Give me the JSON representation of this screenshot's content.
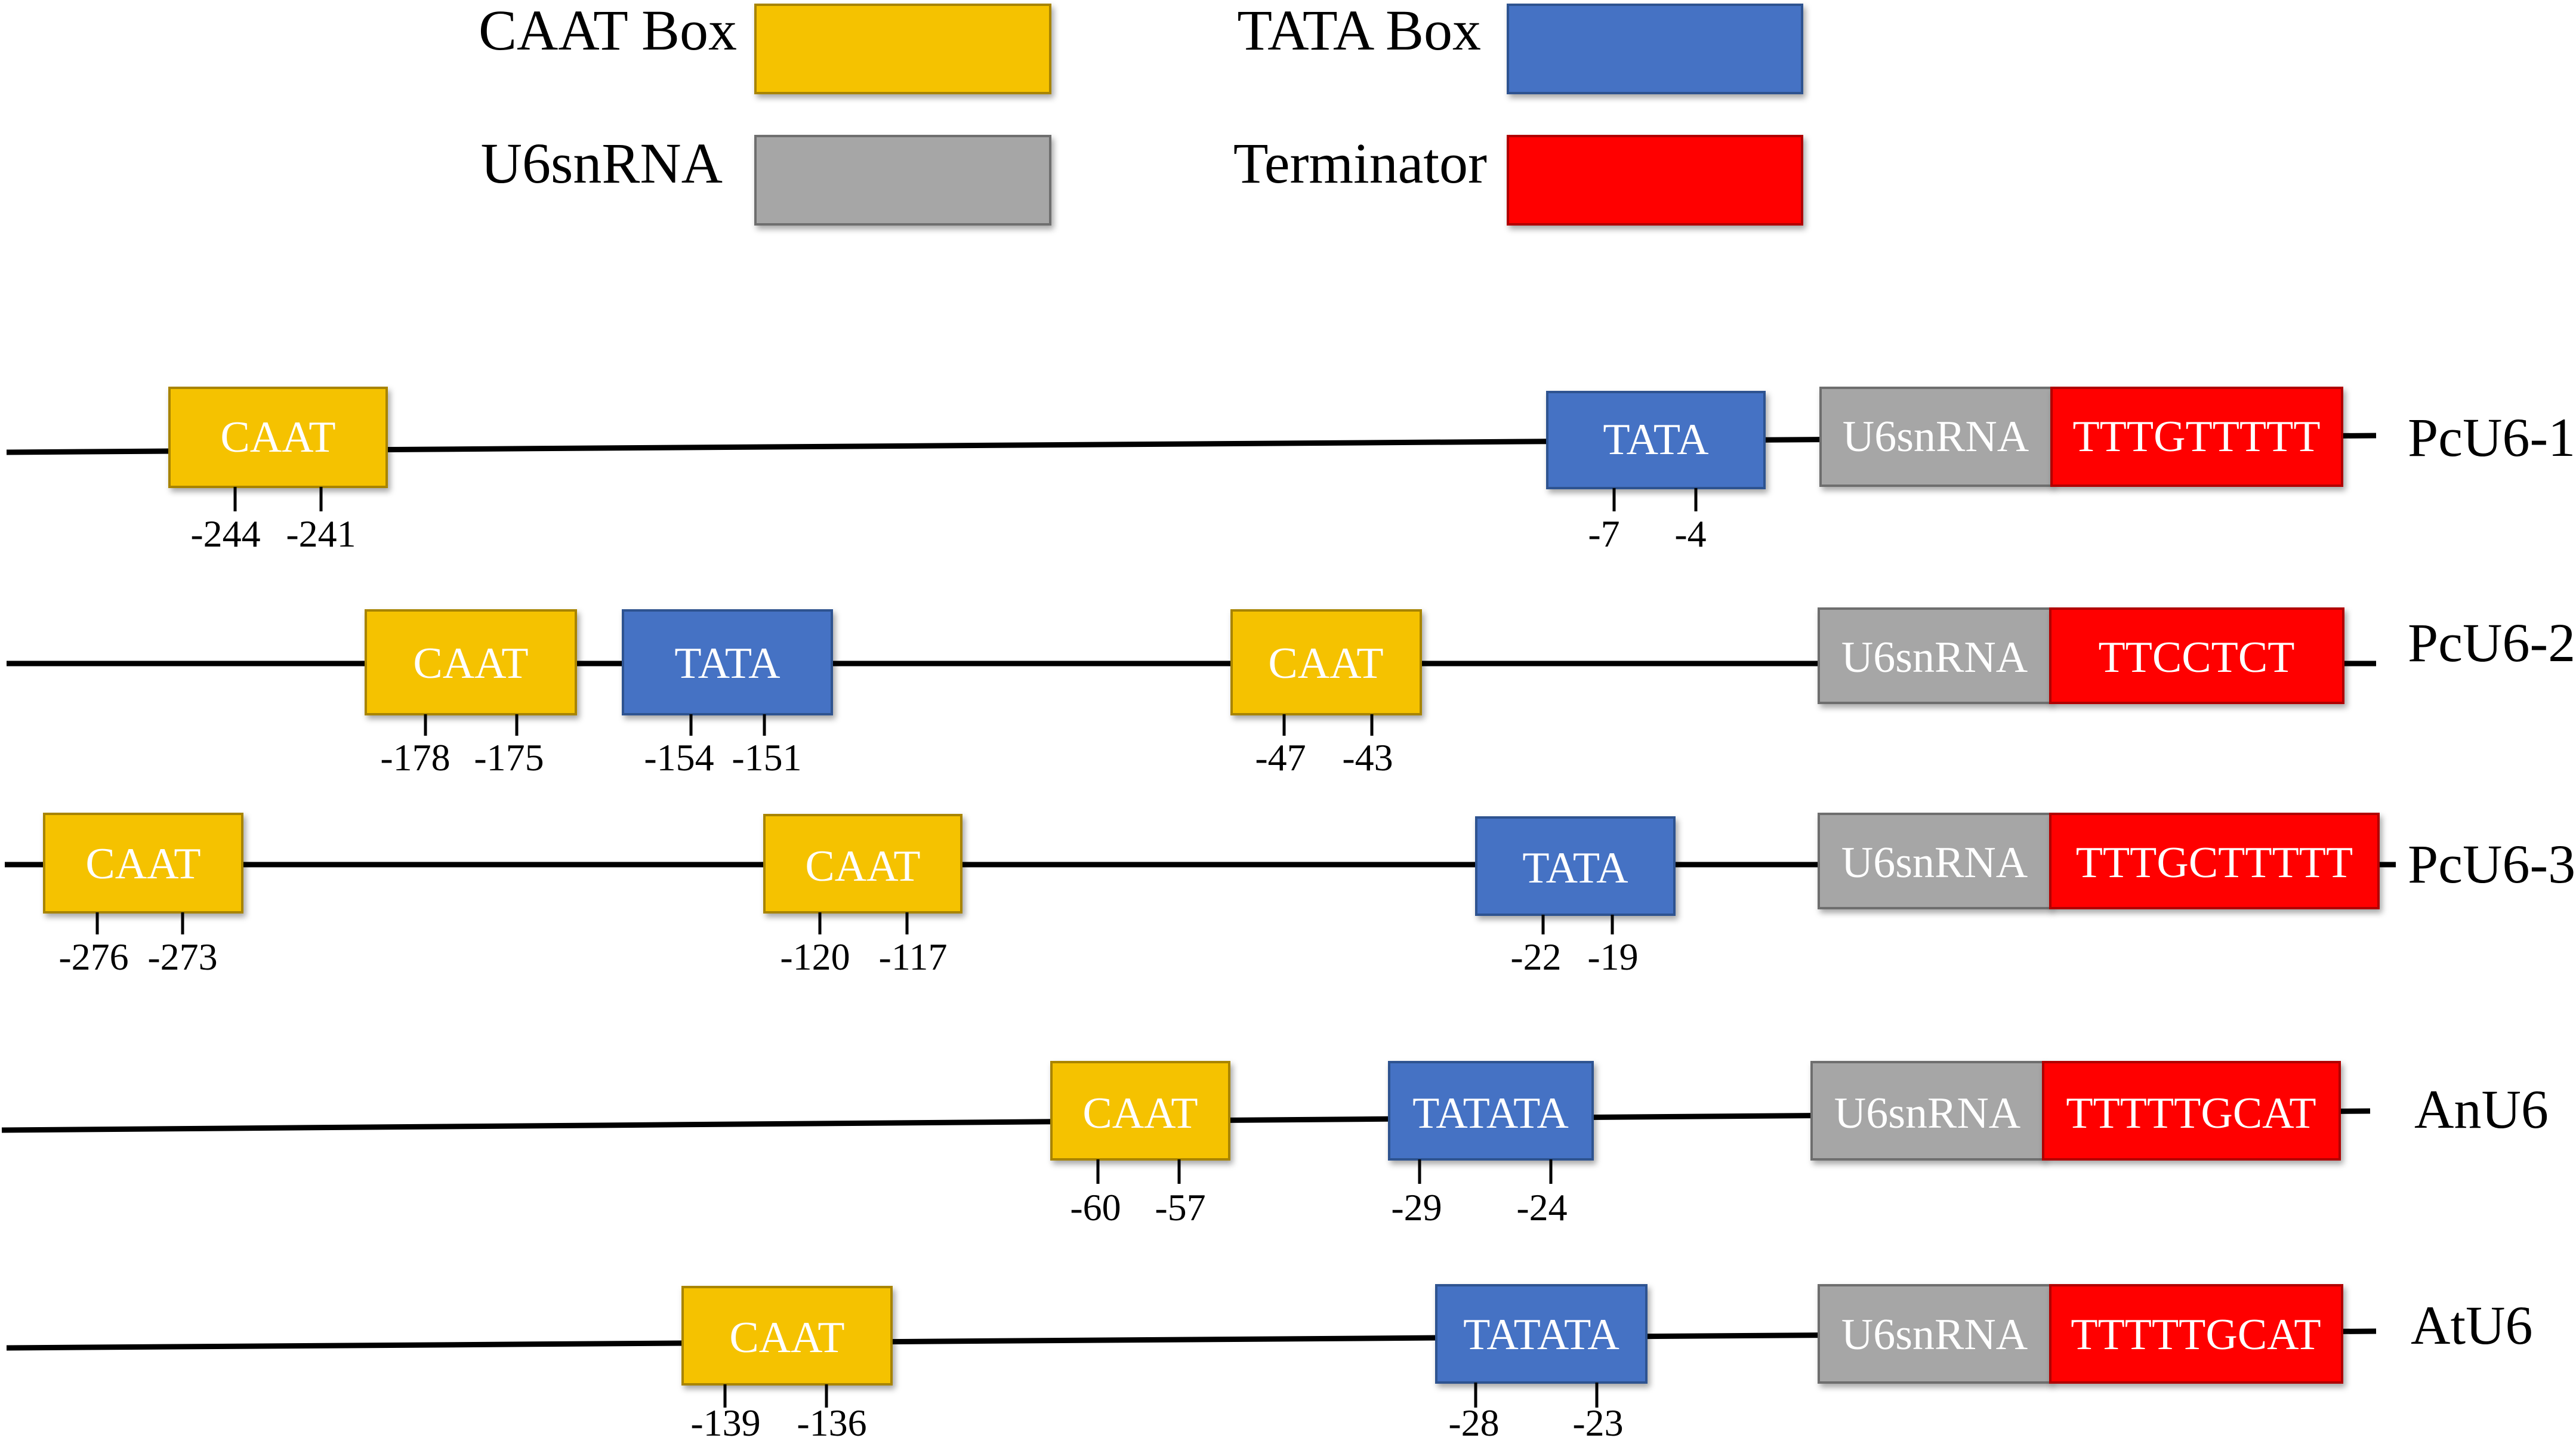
{
  "legend": [
    {
      "label": "CAAT Box",
      "color": "#F5C200",
      "type": "caat"
    },
    {
      "label": "TATA Box",
      "color": "#4472C4",
      "type": "tata"
    },
    {
      "label": "U6snRNA",
      "color": "#A6A6A6",
      "type": "u6"
    },
    {
      "label": "Terminator",
      "color": "#FF0000",
      "type": "term"
    }
  ],
  "constructs": [
    {
      "name": "PcU6-1",
      "elements": [
        {
          "type": "caat",
          "text": "CAAT",
          "positions": [
            "-244",
            "-241"
          ]
        },
        {
          "type": "tata",
          "text": "TATA",
          "positions": [
            "-7",
            "-4"
          ]
        },
        {
          "type": "u6",
          "text": "U6snRNA"
        },
        {
          "type": "term",
          "text": "TTTGTTTTT"
        }
      ]
    },
    {
      "name": "PcU6-2",
      "elements": [
        {
          "type": "caat",
          "text": "CAAT",
          "positions": [
            "-178",
            "-175"
          ]
        },
        {
          "type": "tata",
          "text": "TATA",
          "positions": [
            "-154",
            "-151"
          ]
        },
        {
          "type": "caat",
          "text": "CAAT",
          "positions": [
            "-47",
            "-43"
          ]
        },
        {
          "type": "u6",
          "text": "U6snRNA"
        },
        {
          "type": "term",
          "text": "TTCCTCT"
        }
      ]
    },
    {
      "name": "PcU6-3",
      "elements": [
        {
          "type": "caat",
          "text": "CAAT",
          "positions": [
            "-276",
            "-273"
          ]
        },
        {
          "type": "caat",
          "text": "CAAT",
          "positions": [
            "-120",
            "-117"
          ]
        },
        {
          "type": "tata",
          "text": "TATA",
          "positions": [
            "-22",
            "-19"
          ]
        },
        {
          "type": "u6",
          "text": "U6snRNA"
        },
        {
          "type": "term",
          "text": "TTTGCTTTTT"
        }
      ]
    },
    {
      "name": "AnU6",
      "elements": [
        {
          "type": "caat",
          "text": "CAAT",
          "positions": [
            "-60",
            "-57"
          ]
        },
        {
          "type": "tata",
          "text": "TATATA",
          "positions": [
            "-29",
            "-24"
          ]
        },
        {
          "type": "u6",
          "text": "U6snRNA"
        },
        {
          "type": "term",
          "text": "TTTTTGCAT"
        }
      ]
    },
    {
      "name": "AtU6",
      "elements": [
        {
          "type": "caat",
          "text": "CAAT",
          "positions": [
            "-139",
            "-136"
          ]
        },
        {
          "type": "tata",
          "text": "TATATA",
          "positions": [
            "-28",
            "-23"
          ]
        },
        {
          "type": "u6",
          "text": "U6snRNA"
        },
        {
          "type": "term",
          "text": "TTTTTGCAT"
        }
      ]
    }
  ]
}
